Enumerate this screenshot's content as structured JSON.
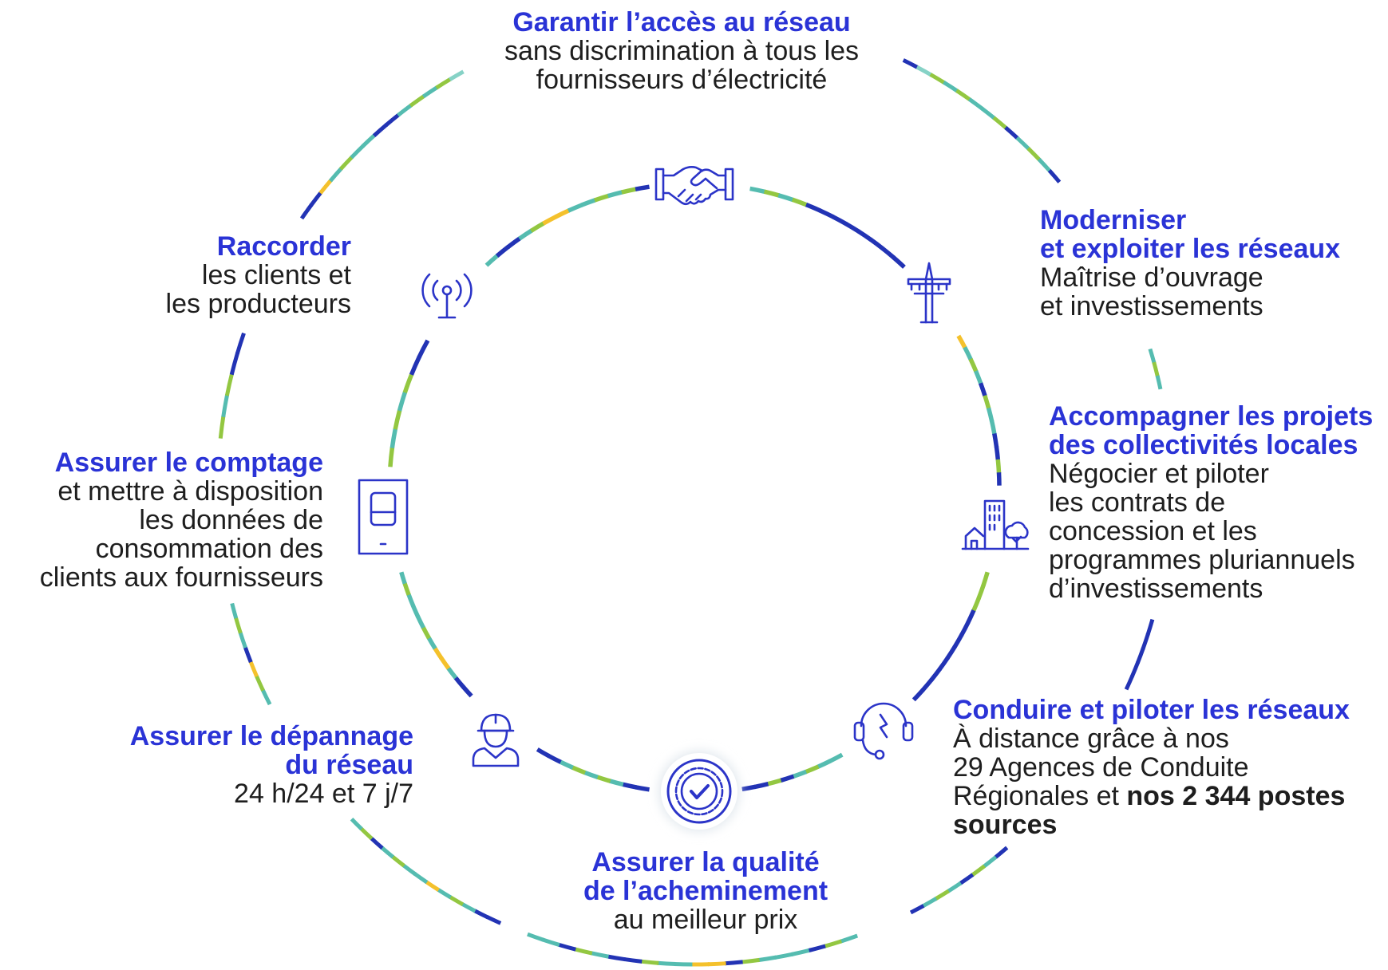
{
  "access": {
    "title": "Garantir l’accès au réseau",
    "lines": [
      "sans discrimination à tous les",
      "fournisseurs d’électricité"
    ]
  },
  "connect": {
    "title": "Raccorder",
    "lines": [
      "les clients et",
      "les producteurs"
    ]
  },
  "modernize": {
    "title_lines": [
      "Moderniser",
      "et exploiter les réseaux"
    ],
    "lines": [
      "Maîtrise d’ouvrage",
      "et investissements"
    ]
  },
  "local": {
    "title_lines": [
      "Accompagner les projets",
      "des collectivités locales"
    ],
    "lines": [
      "Négocier et piloter",
      "les contrats de",
      "concession et les",
      "programmes pluriannuels",
      "d’investissements"
    ]
  },
  "metering": {
    "title": "Assurer le comptage",
    "lines": [
      "et mettre à disposition",
      "les données de",
      "consommation des",
      "clients aux fournisseurs"
    ]
  },
  "control": {
    "title": "Conduire et piloter les réseaux",
    "lines": [
      "À distance grâce à nos",
      "29 Agences de Conduite"
    ],
    "line3_regular": "Régionales et ",
    "line3_bold": "nos 2 344 postes",
    "line4_bold": "sources"
  },
  "repair": {
    "title_lines": [
      "Assurer le dépannage",
      "du réseau"
    ],
    "lines": [
      "24 h/24 et 7 j/7"
    ]
  },
  "quality": {
    "title_lines": [
      "Assurer la qualité",
      "de l’acheminement"
    ],
    "lines": [
      "au meilleur prix"
    ]
  },
  "icons": [
    "handshake-icon",
    "power-pylon-icon",
    "city-buildings-icon",
    "headset-icon",
    "check-badge-icon",
    "technician-icon",
    "smart-meter-icon",
    "antenna-icon"
  ],
  "colors": {
    "heading": "#2a33d6",
    "text": "#1e1e1e",
    "icon": "#2b34c8",
    "ring": {
      "t": "#55bcb0",
      "g": "#93c741",
      "b": "#2233b4",
      "y": "#f4c12c",
      "l": "#86d2c6"
    }
  }
}
